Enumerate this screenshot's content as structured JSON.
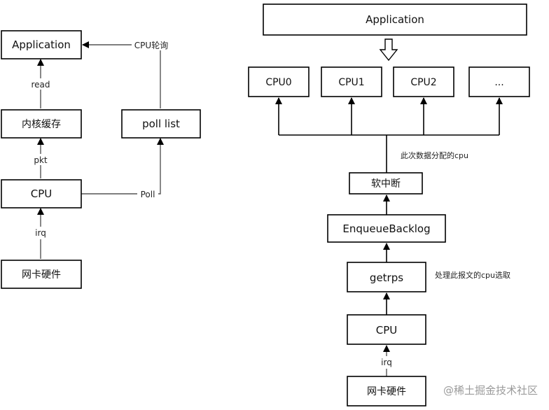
{
  "left": {
    "application": "Application",
    "kernel_cache": "内核缓存",
    "cpu": "CPU",
    "nic": "网卡硬件",
    "poll_list": "poll list",
    "read_label": "read",
    "pkt_label": "pkt",
    "irq_label": "irq",
    "poll_label": "Poll",
    "cpu_poll_label": "CPU轮询"
  },
  "right": {
    "application": "Application",
    "cpus": [
      "CPU0",
      "CPU1",
      "CPU2",
      "..."
    ],
    "softirq": "软中断",
    "enqueue": "EnqueueBacklog",
    "getrps": "getrps",
    "cpu": "CPU",
    "nic": "网卡硬件",
    "irq_label": "irq",
    "note_cpu_assigned": "此次数据分配的cpu",
    "note_cpu_select": "处理此报文的cpu选取"
  },
  "watermark": "@稀土掘金技术社区"
}
